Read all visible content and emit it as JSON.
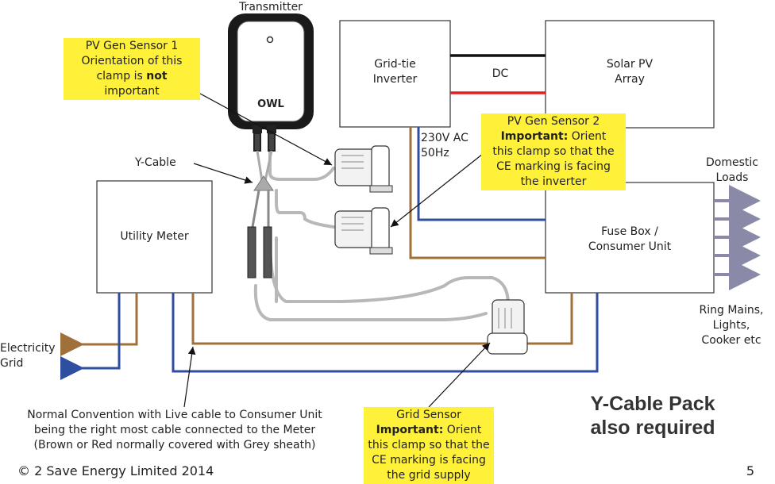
{
  "diagram": {
    "transmitter_label": "Transmitter",
    "transmitter_logo": "OWL",
    "grid_tie_inverter": "Grid-tie\nInverter",
    "solar_pv_array": "Solar PV\nArray",
    "dc_label": "DC",
    "ac_label": "230V AC\n50Hz",
    "utility_meter": "Utility Meter",
    "fuse_box": "Fuse Box /\nConsumer Unit",
    "domestic_loads": "Domestic\nLoads",
    "ring_mains": "Ring Mains,\nLights,\nCooker etc",
    "electricity_grid": "Electricity\nGrid",
    "y_cable_label": "Y-Cable",
    "pv_sensor_1": {
      "line1": "PV Gen Sensor 1",
      "line2": "Orientation of this",
      "line3_pre": "clamp is ",
      "line3_bold": "not",
      "line4": "important"
    },
    "pv_sensor_2": {
      "line1": "PV Gen Sensor 2",
      "line2_bold": "Important:",
      "line2_rest": " Orient",
      "line3": "this clamp so that the",
      "line4": "CE marking is facing",
      "line5": "the inverter"
    },
    "grid_sensor": {
      "line1": "Grid Sensor",
      "line2_bold": "Important:",
      "line2_rest": " Orient",
      "line3": "this clamp so that the",
      "line4": "CE marking is facing",
      "line5": "the grid supply"
    },
    "normal_convention": "Normal Convention with Live cable to Consumer Unit\nbeing the right most cable connected to the Meter\n(Brown or Red normally covered with Grey sheath)",
    "y_cable_pack": "Y-Cable Pack\nalso required",
    "copyright": "© 2 Save Energy Limited 2014",
    "page_number": "5"
  },
  "colors": {
    "live_brown": "#a0703a",
    "neutral_blue": "#2e4ea0",
    "dc_red": "#e02020",
    "dc_black": "#111111",
    "sensor_grey": "#b8b8b8",
    "note_yellow": "#fff13a",
    "arrow_grey": "#8a8aa8"
  }
}
